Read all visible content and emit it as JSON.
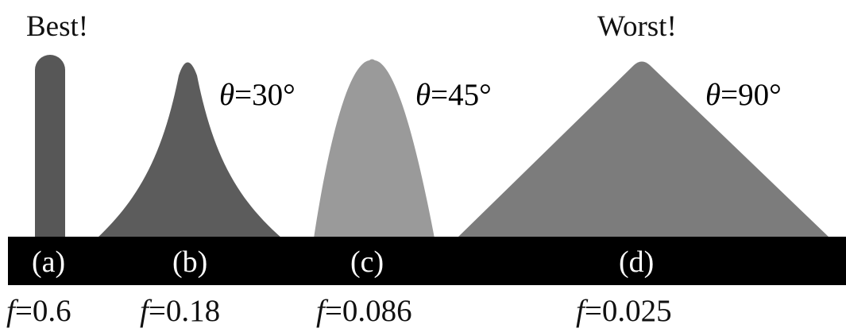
{
  "headings": {
    "best": "Best!",
    "worst": "Worst!"
  },
  "colors": {
    "shape_a": "#575757",
    "shape_b": "#5c5c5c",
    "shape_c": "#9a9a9a",
    "shape_d": "#7c7c7c",
    "base": "#000000"
  },
  "shapes": [
    {
      "panel": "(a)",
      "angle_symbol": "",
      "angle_value": "",
      "f_symbol": "f",
      "f_value": "=0.6"
    },
    {
      "panel": "(b)",
      "angle_symbol": "θ",
      "angle_value": "=30°",
      "f_symbol": "f",
      "f_value": "=0.18"
    },
    {
      "panel": "(c)",
      "angle_symbol": "θ",
      "angle_value": "=45°",
      "f_symbol": "f",
      "f_value": "=0.086"
    },
    {
      "panel": "(d)",
      "angle_symbol": "θ",
      "angle_value": "=90°",
      "f_symbol": "f",
      "f_value": "=0.025"
    }
  ]
}
